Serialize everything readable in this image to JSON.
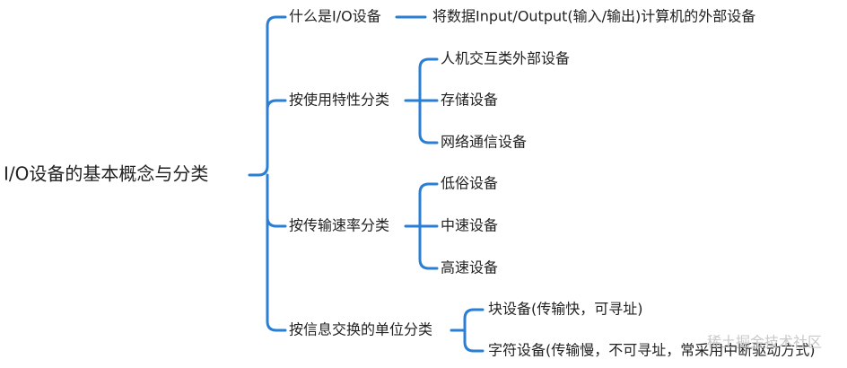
{
  "root": {
    "label": "I/O设备的基本概念与分类"
  },
  "branches": [
    {
      "label": "什么是I/O设备",
      "children": [
        {
          "label": "将数据Input/Output(输入/输出)计算机的外部设备"
        }
      ]
    },
    {
      "label": "按使用特性分类",
      "children": [
        {
          "label": "人机交互类外部设备"
        },
        {
          "label": "存储设备"
        },
        {
          "label": "网络通信设备"
        }
      ]
    },
    {
      "label": "按传输速率分类",
      "children": [
        {
          "label": "低俗设备"
        },
        {
          "label": "中速设备"
        },
        {
          "label": "高速设备"
        }
      ]
    },
    {
      "label": "按信息交换的单位分类",
      "children": [
        {
          "label": "块设备(传输快，可寻址)"
        },
        {
          "label": "字符设备(传输慢，不可寻址，常采用中断驱动方式)"
        }
      ]
    }
  ],
  "watermark": {
    "text": "稀土掘金技术社区"
  },
  "colors": {
    "edge": "#2a7fd4",
    "text": "#222222",
    "background": "#ffffff"
  }
}
